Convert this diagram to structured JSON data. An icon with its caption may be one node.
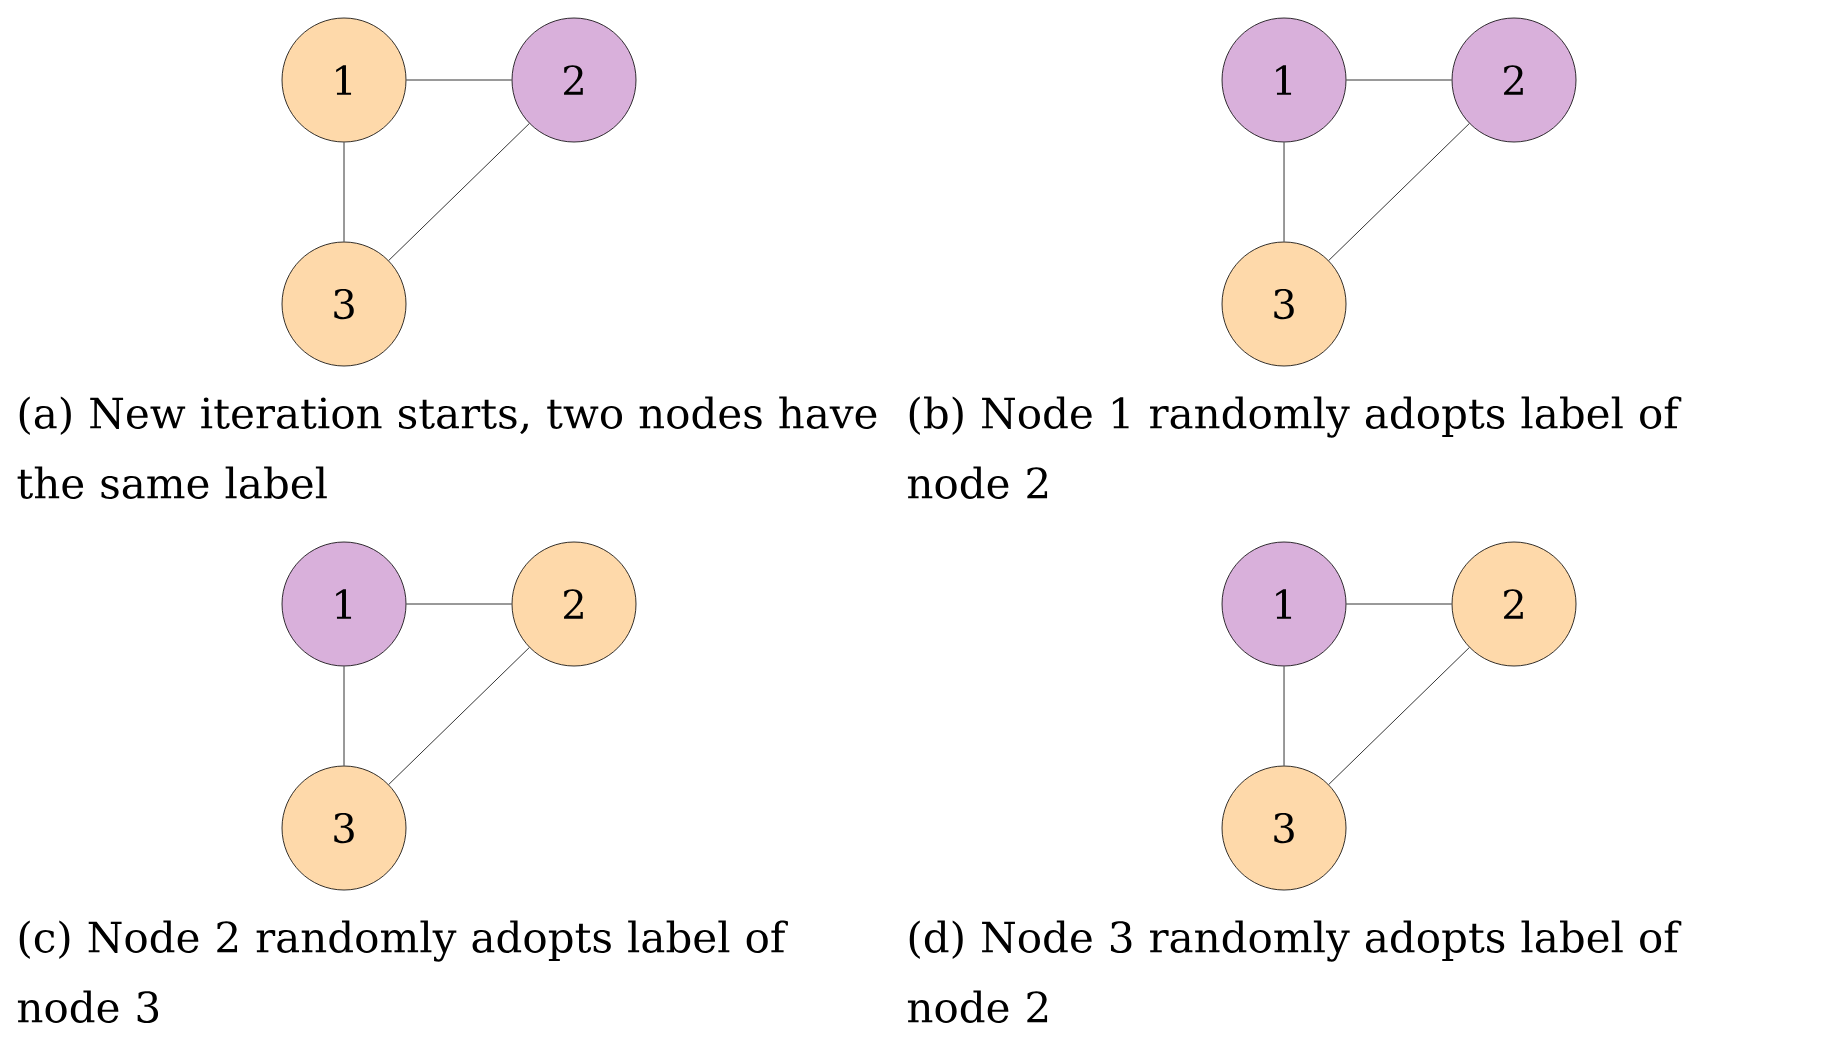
{
  "diagram": {
    "nodes": [
      {
        "text": [
          "1"
        ]
      },
      {
        "text": [
          "2"
        ]
      },
      {
        "text": [
          "3"
        ]
      },
      {
        "text": [
          "1"
        ]
      },
      {
        "text": [
          "2"
        ]
      },
      {
        "text": [
          "3"
        ]
      },
      {
        "text": [
          "1"
        ]
      },
      {
        "text": [
          "2"
        ]
      },
      {
        "text": [
          "3"
        ]
      },
      {
        "text": [
          "1"
        ]
      },
      {
        "text": [
          "2"
        ]
      },
      {
        "text": [
          "3"
        ]
      }
    ],
    "edges": [
      {
        "from": 0,
        "to": 1,
        "arrow": "none"
      },
      {
        "from": 0,
        "to": 2,
        "arrow": "none"
      },
      {
        "from": 1,
        "to": 2,
        "arrow": "none"
      },
      {
        "from": 3,
        "to": 4,
        "arrow": "none"
      },
      {
        "from": 3,
        "to": 5,
        "arrow": "none"
      },
      {
        "from": 4,
        "to": 5,
        "arrow": "none"
      },
      {
        "from": 6,
        "to": 7,
        "arrow": "none"
      },
      {
        "from": 6,
        "to": 8,
        "arrow": "none"
      },
      {
        "from": 7,
        "to": 8,
        "arrow": "none"
      },
      {
        "from": 9,
        "to": 10,
        "arrow": "none"
      },
      {
        "from": 9,
        "to": 11,
        "arrow": "none"
      },
      {
        "from": 10,
        "to": 11,
        "arrow": "none"
      }
    ],
    "labels": [
      "(a) New iteration starts, two nodes have the same label",
      "(b) Node 1 randomly adopts label of node 2",
      "(c) Node 2 randomly adopts label of node 3",
      "(d) Node 3 randomly adopts label of node 2"
    ]
  }
}
